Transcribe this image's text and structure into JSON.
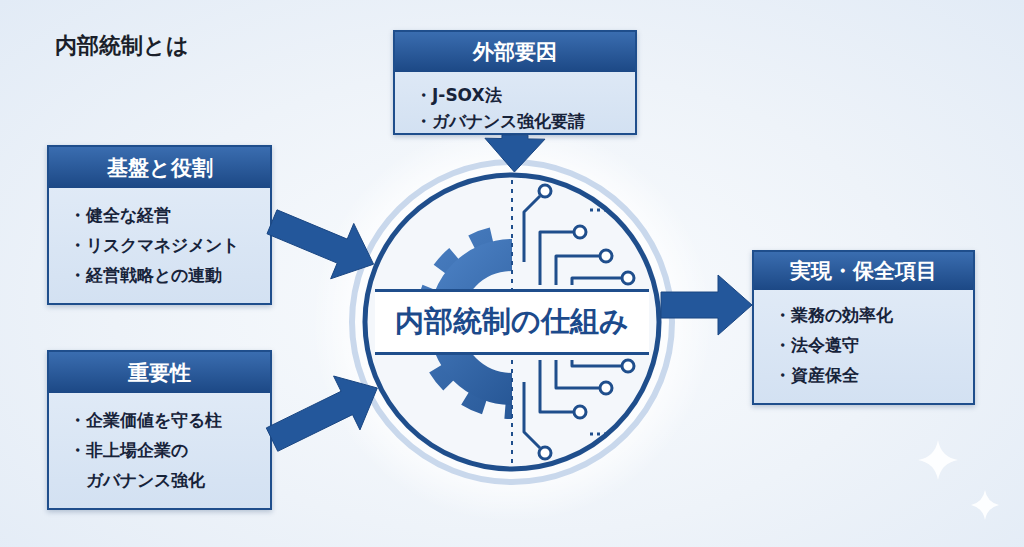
{
  "diagram": {
    "title": "内部統制とは",
    "nodes": [
      {
        "text": [
          "外部要因",
          "・J-SOX法",
          "・ガバナンス強化要請"
        ]
      },
      {
        "text": [
          "基盤と役割",
          "・健全な経営",
          "・リスクマネジメント",
          "・経営戦略との連動"
        ]
      },
      {
        "text": [
          "内部統制の仕組み"
        ]
      },
      {
        "text": [
          "実現・保全項目",
          "・業務の効率化",
          "・法令遵守",
          "・資産保全"
        ]
      },
      {
        "text": [
          "重要性",
          "・企業価値を守る柱",
          "・非上場企業の ガバナンス強化"
        ]
      }
    ],
    "edges": [
      {
        "from": 0,
        "to": 2,
        "arrow": "to"
      },
      {
        "from": 1,
        "to": 2,
        "arrow": "to"
      },
      {
        "from": 4,
        "to": 2,
        "arrow": "to"
      },
      {
        "from": 2,
        "to": 3,
        "arrow": "to"
      }
    ]
  }
}
